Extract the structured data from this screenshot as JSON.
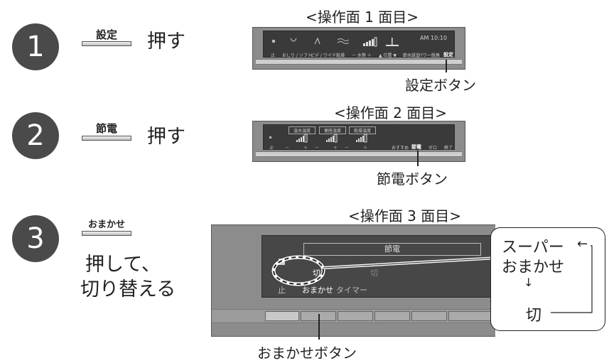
{
  "steps": [
    {
      "number": "1",
      "button_label": "設定",
      "action": "押す",
      "panel_caption": "<操作面 1 面目>",
      "button_caption": "設定ボタン"
    },
    {
      "number": "2",
      "button_label": "節電",
      "action": "押す",
      "panel_caption": "<操作面 2 面目>",
      "button_caption": "節電ボタン"
    },
    {
      "number": "3",
      "button_label": "おまかせ",
      "action_line1": "押して、",
      "action_line2": "切り替える",
      "panel_caption": "<操作面 3 面目>",
      "button_caption": "おまかせボタン"
    }
  ],
  "panel1": {
    "time": "AM 10:10",
    "labels": [
      "止",
      "おしり / ソフト",
      "ビデ / ワイド",
      "乾燥",
      "－ 水勢 ＋",
      "▲ 位置 ▼",
      "節水設定",
      "パワー脱臭",
      "設定"
    ]
  },
  "panel2": {
    "boxes": [
      "温水温度",
      "便座温度",
      "乾燥温度"
    ],
    "labels": [
      "止",
      "－",
      "＋",
      "－",
      "＋",
      "－",
      "＋",
      "おすすめ",
      "節電",
      "ゼロ",
      "終了"
    ]
  },
  "panel3": {
    "header": "節電",
    "off_label": "切",
    "off_ghost": "切",
    "bottom_labels": [
      "止",
      "おまかせ",
      "タイマー"
    ]
  },
  "flow": {
    "line1": "スーパー",
    "line2": "おまかせ",
    "down_arrow": "↓",
    "last": "切",
    "loop_arrow": "←"
  }
}
